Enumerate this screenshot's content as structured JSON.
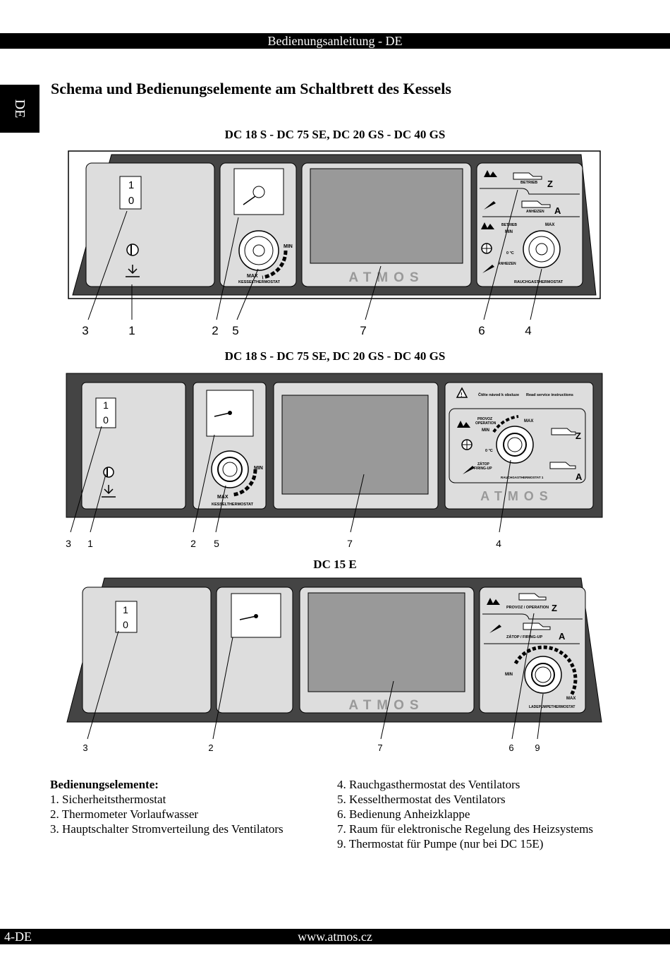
{
  "header": {
    "title": "Bedienungsanleitung - DE"
  },
  "side_tab": "DE",
  "page_title": "Schema und Bedienungselemente am Schaltbrett des Kessels",
  "diagrams": [
    {
      "subtitle": "DC 18 S - DC 75 SE, DC 20 GS - DC 40 GS",
      "switch": [
        "1",
        "0"
      ],
      "brand": "ATMOS",
      "kessel_label": "KESSELTHERMOSTAT",
      "min": "MIN",
      "max": "MAX",
      "betrieb": "BETRIEB",
      "anheizen": "ANHEIZEN",
      "z": "Z",
      "a": "A",
      "zero": "0 °C",
      "rauch_label": "RAUCHGASTHERMOSTAT",
      "callouts": [
        "3",
        "1",
        "2",
        "5",
        "7",
        "6",
        "4"
      ]
    },
    {
      "subtitle": "DC 18 S - DC 75 SE, DC 20 GS - DC 40 GS",
      "switch": [
        "1",
        "0"
      ],
      "brand": "ATMOS",
      "kessel_label": "KESSELTHERMOSTAT",
      "min": "MIN",
      "max": "MAX",
      "warn_cz": "Čtěte návod k obsluze",
      "warn_en": "Read service instructions",
      "provoz": [
        "PROVOZ",
        "OPERATION"
      ],
      "zatop": [
        "ZÁTOP",
        "FIRING-UP"
      ],
      "z": "Z",
      "a": "A",
      "zero": "0 °C",
      "rauch_label": "RAUCHGASTHERMOSTAT 1",
      "callouts": [
        "3",
        "1",
        "2",
        "5",
        "7",
        "4"
      ]
    },
    {
      "subtitle": "DC 15 E",
      "switch": [
        "1",
        "0"
      ],
      "brand": "ATMOS",
      "provoz": "PROVOZ / OPERATION",
      "zatop": "ZÁTOP / FIRING-UP",
      "z": "Z",
      "a": "A",
      "min": "MIN",
      "max": "MAX",
      "lade_label": "LADEPUMPETHERMOSTAT",
      "callouts": [
        "3",
        "2",
        "7",
        "6",
        "9"
      ]
    }
  ],
  "legend": {
    "heading": "Bedienungselemente:",
    "left": [
      "1. Sicherheitsthermostat",
      "2. Thermometer Vorlaufwasser",
      "3. Hauptschalter Stromverteilung des Ventilators"
    ],
    "right": [
      "4. Rauchgasthermostat des Ventilators",
      "5. Kesselthermostat des Ventilators",
      "6. Bedienung Anheizklappe",
      "7. Raum für elektronische Regelung des Heizsystems",
      "9. Thermostat für Pumpe (nur bei DC 15E)"
    ]
  },
  "footer": {
    "page": "4-DE",
    "url": "www.atmos.cz"
  }
}
